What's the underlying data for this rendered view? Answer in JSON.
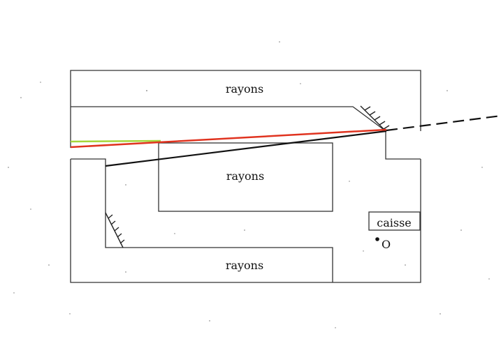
{
  "labels": {
    "shelf_top": "rayons",
    "shelf_middle": "rayons",
    "shelf_bottom": "rayons",
    "checkout": "caisse",
    "observer": "O"
  },
  "colors": {
    "walls": "#333333",
    "green_ray": "#a6d63a",
    "red_ray": "#e0331f",
    "black_ray": "#111111",
    "mirror_hatch": "#222222"
  }
}
